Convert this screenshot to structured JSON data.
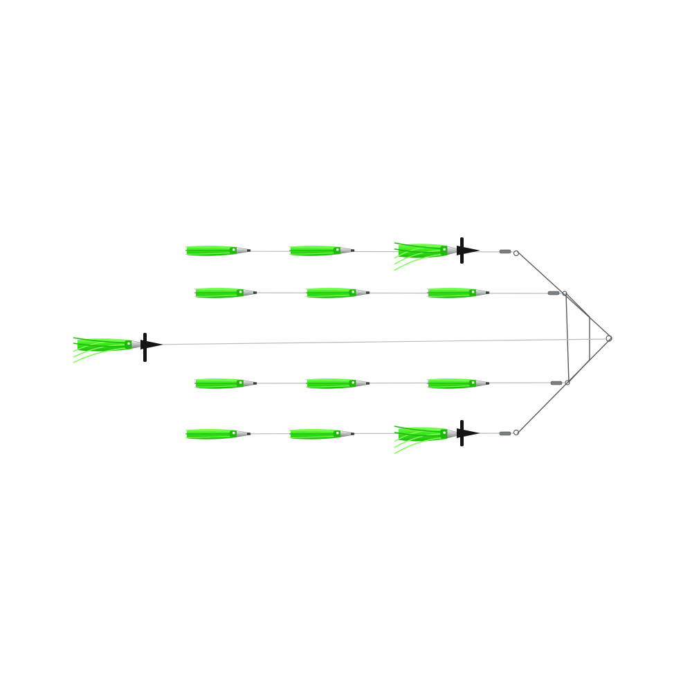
{
  "colors": {
    "background": "#ffffff",
    "lure_skirt": "#39e81c",
    "lure_skirt_dark": "#1fb80a",
    "lure_skirt_light": "#7dff5a",
    "lure_head": "#c8cfc8",
    "lure_eye": "#ffffff",
    "leader_line": "#b9bcbe",
    "wire_frame": "#555a5e",
    "bird_teaser": "#151515"
  },
  "rig": {
    "arm_count": 5,
    "lures_per_side_arm": 3,
    "center_lure_count": 1,
    "bird_teaser_count": 3
  }
}
